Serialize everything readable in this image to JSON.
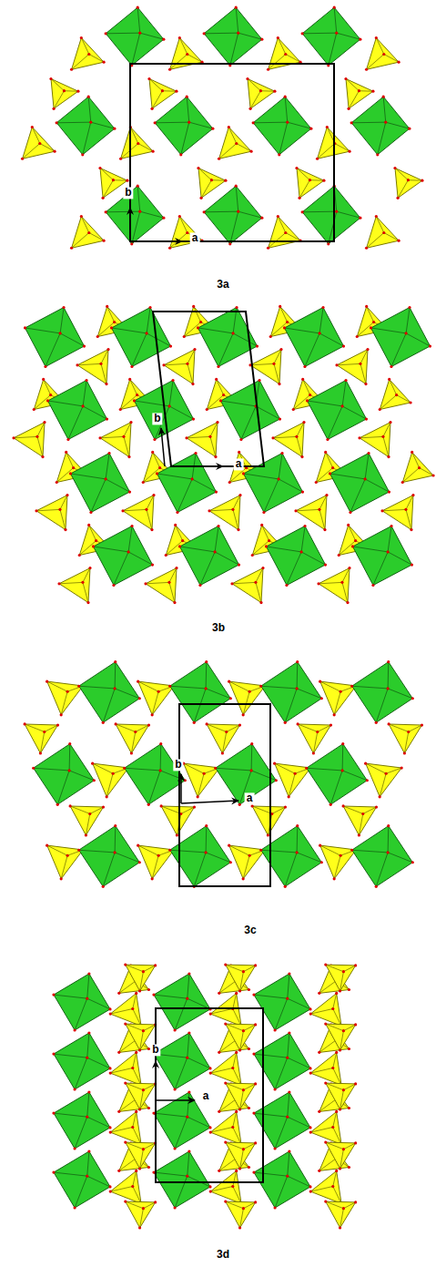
{
  "diagram": {
    "labels": [
      "b",
      "a",
      "3a",
      "b",
      "a",
      "3b",
      "b",
      "a",
      "3c",
      "b",
      "a",
      "3d"
    ]
  }
}
